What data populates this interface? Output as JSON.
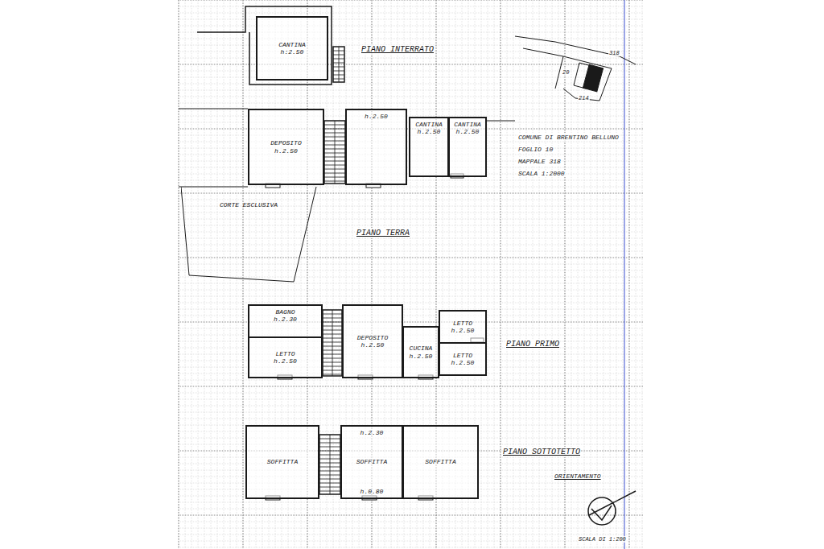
{
  "diagram": {
    "nodes": [
      {
        "text": [
          "CANTINA",
          "h:2.50"
        ]
      },
      {
        "text": [
          "DEPOSITO",
          "h.2.50"
        ]
      },
      {
        "text": [
          "h.2.50"
        ]
      },
      {
        "text": [
          "CANTINA",
          "h.2.50"
        ]
      },
      {
        "text": [
          "CANTINA",
          "h.2.50"
        ]
      },
      {
        "text": [
          "CORTE ESCLUSIVA"
        ]
      },
      {
        "text": [
          "BAGNO",
          "h.2.30"
        ]
      },
      {
        "text": [
          "LETTO",
          "h.2.50"
        ]
      },
      {
        "text": [
          "DEPOSITO",
          "h.2.50"
        ]
      },
      {
        "text": [
          "CUCINA",
          "h.2.50"
        ]
      },
      {
        "text": [
          "LETTO",
          "h.2.50"
        ]
      },
      {
        "text": [
          "LETTO",
          "h.2.50"
        ]
      },
      {
        "text": [
          "SOFFITTA"
        ]
      },
      {
        "text": [
          "h.2.30",
          "SOFFITTA",
          "h.0.80"
        ]
      },
      {
        "text": [
          "SOFFITTA"
        ]
      }
    ],
    "labels": [
      "PIANO INTERRATO",
      "PIANO TERRA",
      "PIANO PRIMO",
      "PIANO SOTTOTETTO",
      "COMUNE DI BRENTINO BELLUNO",
      "FOGLIO 10",
      "MAPPALE 318",
      "SCALA 1:2000",
      "ORIENTAMENTO",
      "SCALA DI 1:200",
      "318",
      "20",
      "214"
    ]
  }
}
